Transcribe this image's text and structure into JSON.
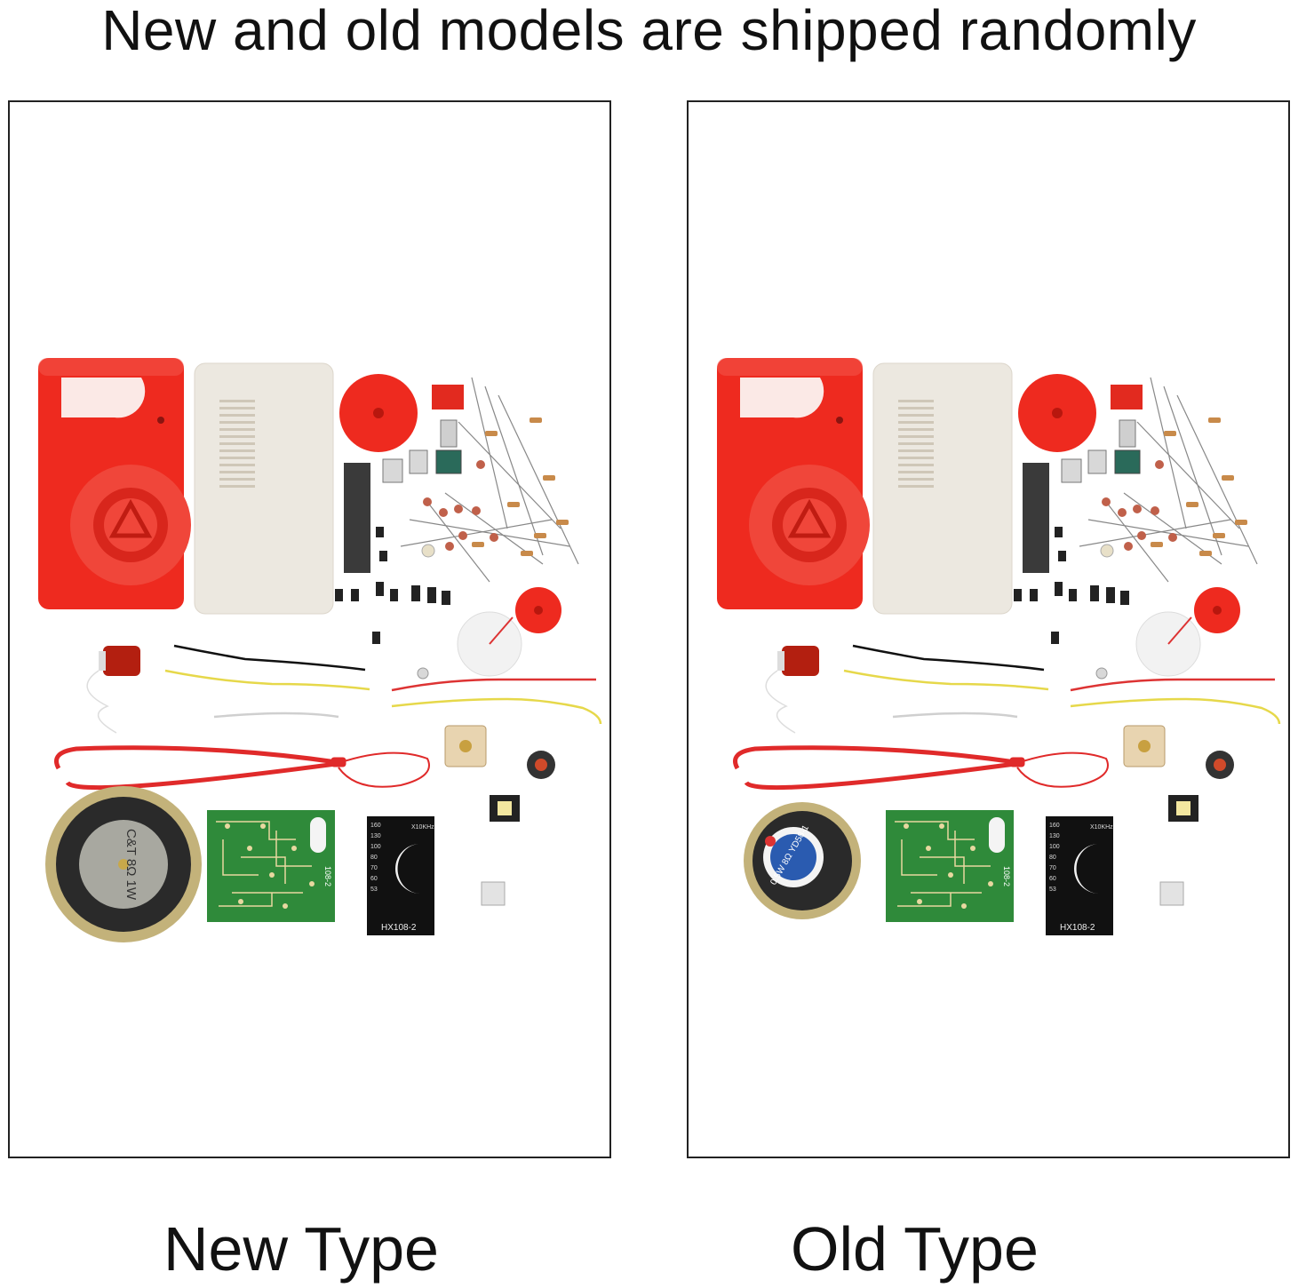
{
  "headline": "New and old models are shipped randomly",
  "panels": [
    {
      "caption": "New Type",
      "speaker_label": "C&T 8Ω 1W",
      "board_label": "HX108-2",
      "scale_label": "X10KHz",
      "scale_marks": [
        "160",
        "130",
        "100",
        "80",
        "70",
        "60",
        "53"
      ],
      "pcb_label": "108-2"
    },
    {
      "caption": "Old Type",
      "speaker_label": "0.5W 8Ω YD58-1",
      "board_label": "HX108-2",
      "scale_label": "X10KHz",
      "scale_marks": [
        "160",
        "130",
        "100",
        "80",
        "70",
        "60",
        "53"
      ],
      "pcb_label": "108-2"
    }
  ],
  "colors": {
    "case_red": "#ee2a1f",
    "back_cover": "#ece8e0",
    "pcb_green": "#2f8a3a",
    "dial_black": "#111111",
    "border": "#222222"
  }
}
